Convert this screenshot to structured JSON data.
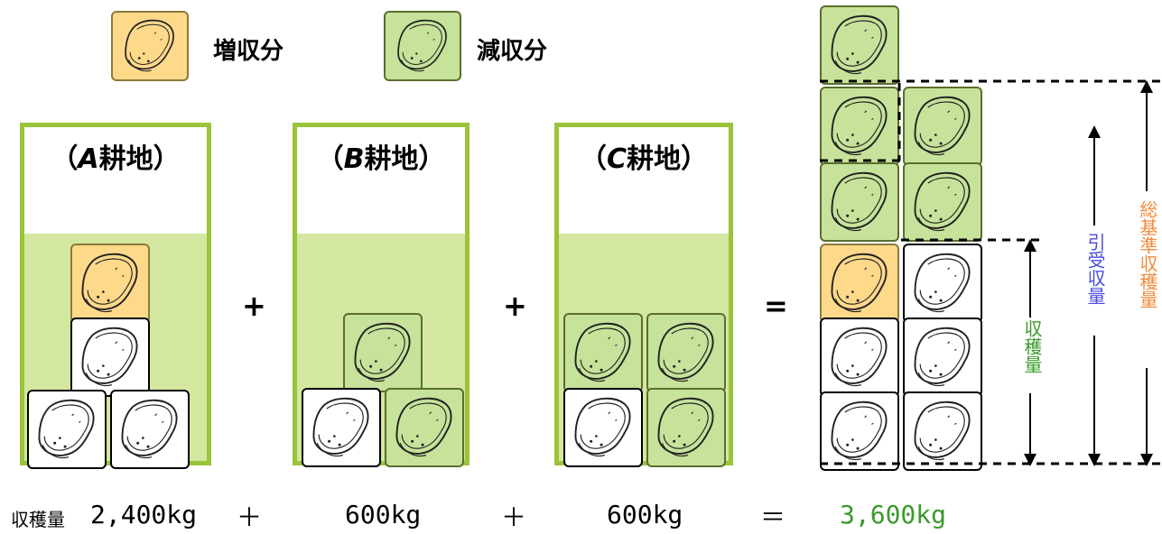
{
  "legend": {
    "increase_label": "増収分",
    "decrease_label": "減収分"
  },
  "fields": [
    {
      "title_open": "（",
      "letter": "A",
      "title_rest": "耕地）"
    },
    {
      "title_open": "（",
      "letter": "B",
      "title_rest": "耕地）"
    },
    {
      "title_open": "（",
      "letter": "C",
      "title_rest": "耕地）"
    }
  ],
  "operators": {
    "plus": "+",
    "equals": "="
  },
  "bottom_row": {
    "label": "収穫量",
    "value_a": "2,400kg",
    "plus1": "＋",
    "value_b": "600kg",
    "plus2": "＋",
    "value_c": "600kg",
    "equals": "＝",
    "total": "3,600kg"
  },
  "side_labels": {
    "harvest": "収穫量",
    "underwriting": "引受収量",
    "total_standard": "総基準収穫量"
  },
  "colors": {
    "increase_tile": "#ffd98a",
    "decrease_tile": "#c7e29a",
    "field_border": "#9ac43a",
    "harvest_label": "#3a9a2a",
    "underwriting_label": "#4a4ae0",
    "total_standard_label": "#f08a3a"
  },
  "icons": [
    "potato-icon"
  ]
}
